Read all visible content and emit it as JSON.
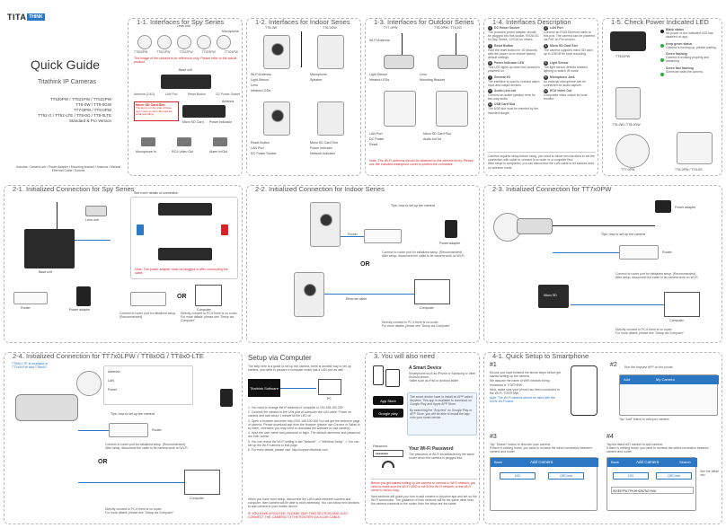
{
  "cover": {
    "brand_left": "TITA",
    "brand_right": "THINK",
    "title": "Quick Guide",
    "subtitle": "Titathink IP Cameras",
    "models": [
      "TT520PW / TT521PW / TT522PW",
      "TT6-0W / TT6-0GW",
      "TT7-0PW / TT8-0PW",
      "TT52-G / TT52-LTE / TT8-0G / TT8-0LTE",
      "Standard & Pro Version"
    ],
    "footer": "Includes: Camera unit / Power Adapter / Mounting bracket / Antenna / Manual",
    "footer2": "Ethernet Cable / Screws"
  },
  "p11": {
    "title": "1-1. Interfaces for Spy Series",
    "rear_label": "Lens unit",
    "cam_models": [
      "TT520PW",
      "TT521PW",
      "TT522PW",
      "TT523PW",
      "TT524PW"
    ],
    "microphone": "Microphone",
    "note_red": "The image of the camera is for reference only. Please refer to the actual product.",
    "base_unit": "Base unit",
    "base_labels": [
      "Antenna (2.4G)",
      "LAN Port",
      "Reset Button",
      "DC Power Socket"
    ],
    "labels2": [
      "Antenna",
      "Micro SD Card",
      "Power Indicator"
    ],
    "micro_sd_box": "Micro SD Card Slot",
    "micro_sd_note": "The slot is on the side of base unit. Insert a micro SD card for local recording.",
    "mic_in": "Microphone In",
    "rca": "RCA Video Out",
    "alarm": "Alarm In/Out"
  },
  "p12": {
    "title": "1-2. Interfaces for Indoor Series",
    "cams": [
      "TT6-0W",
      "TT6-0GW"
    ],
    "labels": [
      "Wi-Fi Antenna",
      "Light Sensor",
      "Lens",
      "Infrared LEDs",
      "Microphone",
      "Speaker",
      "Reset Button",
      "LAN Port",
      "DC Power Socket",
      "Micro SD Card Slot",
      "Power Indicator",
      "Network Indicator"
    ]
  },
  "p13": {
    "title": "1-3. Interfaces for Outdoor Series",
    "cams": [
      "TT7-0PW",
      "TT8-0PW / TT8-0G"
    ],
    "labels": [
      "Wi-Fi Antenna",
      "Light Sensor",
      "Infrared LEDs",
      "Lens",
      "Mounting Bracket",
      "LAN Port",
      "DC Power",
      "Reset",
      "Micro SD Card Slot",
      "Audio In/Out"
    ],
    "note_red": "Note: The Wi-Fi antenna should be attached to the camera firmly. Please use the included waterproof cover to protect the connector."
  },
  "p14": {
    "title": "1-4. Interfaces Description",
    "items": [
      {
        "n": "1",
        "name": "DC Power Socket",
        "desc": "The provided power adapter should be plugged into this socket. 5V/2A DC for Spy Series, 12V/1A for others."
      },
      {
        "n": "2",
        "name": "LAN Port",
        "desc": "Connect an RJ45 Ethernet cable to this port. The camera can be powered via PoE on Pro version."
      },
      {
        "n": "3",
        "name": "Reset Button",
        "desc": "Hold the reset button for 10 seconds with the power on to restore factory default settings."
      },
      {
        "n": "4",
        "name": "Micro SD Card Slot",
        "desc": "The camera supports micro SD card up to 128GB for local recording."
      },
      {
        "n": "5",
        "name": "Power Indicator LED",
        "desc": "This LED lights up when the camera is powered on."
      },
      {
        "n": "6",
        "name": "Light Sensor",
        "desc": "The light sensor detects ambient lighting to switch IR mode."
      },
      {
        "n": "7",
        "name": "General I/O",
        "desc": "The interface is used to connect alarm input and output devices."
      },
      {
        "n": "8",
        "name": "Microphone Jack",
        "desc": "An external microphone can be connected for audio capture."
      },
      {
        "n": "9",
        "name": "Audio Line-out",
        "desc": "Connect an active speaker here for two-way audio."
      },
      {
        "n": "10",
        "name": "RCA Video Out",
        "desc": "Composite video output for local monitor."
      },
      {
        "n": "11",
        "name": "USB Card Slot",
        "desc": "The USB slot must be inserted by the included dongle."
      }
    ],
    "note": "Camera requires setup before using, you need to follow next sections to set the connection with cable to connect to a router or a computer first.",
    "note2": "After setup is completed, you can disconnect the LAN cable to let camera work on wireless mode."
  },
  "p15": {
    "title": "1-5. Check Power Indicated LED",
    "items": [
      {
        "name": "Black status",
        "desc": "No power or the indicated LED has disabled on app."
      },
      {
        "name": "Keep green status",
        "desc": "Camera is booting up, please waiting."
      },
      {
        "name": "Green flashing",
        "desc": "Camera is working properly and streaming."
      },
      {
        "name": "Green fast flashing",
        "desc": "Someone visits the camera."
      }
    ],
    "cams": [
      "TT520PW",
      "TT6-0W / TT6-0GW",
      "TT7-0PW",
      "TT8-0PW / TT8-0G"
    ]
  },
  "p21": {
    "title": "2-1. Initialized Connection for Spy Series",
    "more": "See more details of connection",
    "labels": [
      "Base unit",
      "Lens unit",
      "Power adapter",
      "Router",
      "Computer"
    ],
    "or": "OR",
    "cap1": "Connect to router port for initialized setup. (Recommended)",
    "cap2": "Directly connect to PC if there is no router. For more details, please see \"Setup via Computer\"",
    "red_note": "Note: The power adapter must be plugged in after connecting the cable."
  },
  "p22": {
    "title": "2-2. Initialized Connection for Indoor Series",
    "tip": "Tips: how to set up the camera",
    "labels": [
      "Router",
      "Power adapter",
      "Computer",
      "Ethernet cable"
    ],
    "or": "OR",
    "cap1": "Connect to router port for initialized setup. (Recommended)",
    "cap1b": "After setup, disconnect the cable to let camera work on Wi-Fi.",
    "cap2": "Directly connect to PC if there is no router.",
    "cap2b": "For more details, please see \"Setup via Computer\""
  },
  "p23": {
    "title": "2-3. Initialized Connection for TT7x0PW",
    "tip": "Tips: how to set up the camera",
    "labels": [
      "Power adapter",
      "Router",
      "Computer",
      "Micro SD"
    ],
    "cap1": "Connect to router port for initialized setup. (Recommended)",
    "cap1b": "After setup, disconnect the cable to let camera work on Wi-Fi.",
    "cap2": "Directly connect to PC if there is no router.",
    "cap2b": "For more details, please see \"Setup via Computer\""
  },
  "p24": {
    "title": "2-4. Initialized Connection for TT7x0LPW / TT8x0G / TT8x0-LTE",
    "note": "TT8x0-LTE is available in TT7x0LPW and TT8x0G",
    "labels": [
      "Antenna",
      "LAN",
      "Power",
      "Router",
      "Computer"
    ],
    "tip": "Tips: how to set up the camera",
    "or": "OR",
    "cap1": "Connect to router port for initialized setup. (Recommended)",
    "cap1b": "After setup, disconnect the cable to let camera work on Wi-Fi.",
    "cap2": "Directly connect to PC if there is no router.",
    "cap2b": "For more details, please see \"Setup via Computer\""
  },
  "computer": {
    "title": "Setup via Computer",
    "intro": "The step here is a guide to set up the camera, there is another way to set up camera, you need to prepare a computer which has a LAN port as well.",
    "box": "Titathink Software",
    "pc_label": "PC",
    "steps": [
      "1. You need to change the IP address of computer to 192.168.100.200.",
      "2. Connect the camera to the LAN port of computer via LAN cable. Power on camera and wait about 1 minute till the LED on.",
      "3. Open a browser and enter http://192.168.100.168 You will get the welcome page of camera. Please download app from the browser (please use Chrome or Safari to try them, otherwise you may need to download the software to visit camera).",
      "4. Input the user name and password to login. The default username and password are both 'admin'.",
      "5. You can revise the Wi-Fi setting in tab \"Network\" -> \"Wireless Setup\" -> You can set up the Wi-Fi camera to that page.",
      "6. For more details, please visit: http://support.titathink.com"
    ],
    "note": "When you have done setup, disconnect the LAN cable between camera and computer, then camera will be able to work wirelessly. You can follow next sections to add camera to your mobile device.",
    "red": "IF YOU HAVE A ROUTER, PLEASE SKIP THIS SECTION AND JUST CONNECT THE CAMERA TO THE ROUTER VIA A LAN CABLE."
  },
  "need": {
    "title": "3. You will also need",
    "smart_title": "A Smart Device",
    "smart_desc": "Smartphone such as iPhone or Samsung or other Android phone.",
    "smart_desc2": "Tablet such as iPad or Android tablet",
    "app_box": "The smart device have to install an APP called Anyview. This app is available to download on Google Play and Apple APP Store.",
    "app_box2": "By searching the \"Anyview\" on Google Play or APP Store, you will be able to install the app onto your smart device.",
    "store1": "App Store",
    "store2": "Google play",
    "pw_label": "Password",
    "pw_dots": "••••••••",
    "wifi_title": "Your Wi-Fi Password",
    "wifi_desc": "The password of Wi-Fi broadcasted by the same router which the camera is plugged into.",
    "bottom": "Before you get started setting up the camera to connect to Wi-Fi network, you need to make sure the Wi-Fi SSID is not 5GHz Wi-Fi network, or the Wi-Fi name is not too long.",
    "bottom2": "Next sections will guide you how to add camera to Anyview app and set up the Wi-Fi connection. The guidance of both versions will be the same other than the camera connects to the router, then the steps are the same."
  },
  "p41": {
    "title": "4-1. Quick Setup to Smartphone",
    "s1": "#1",
    "s1_desc": "Ensure you have finished the above steps before got started setting up the camera.",
    "s1_desc2": "We assume the name of WiFi network being broadcast is TITATHINK.",
    "s1_desc3": "Next, make sure your phone has been connected to the Wi-Fi: TITATHINK.",
    "s1_note": "Note: The Wi-Fi camera cannot be used with the 5GHz Wi-Fi band.",
    "s2": "#2",
    "s2_desc": "Run the Anyview APP on the phone.",
    "s2_tap": "Tap \"Add\" button to add your camera.",
    "phone_header": "My Camera",
    "phone_add": "Add",
    "s3": "#3",
    "s3_desc": "Tap \"Search\" button to discover your camera.",
    "s3_desc2": "If there is nothing found, you need to recheck the wired connection between camera and router.",
    "s4": "#4",
    "s4_desc": "Tap the listed UID number to add camera.",
    "s4_desc2": "If there is nothing found, you need to recheck the wired connection between camera and router.",
    "add_camera": "Add Camera",
    "back": "Back",
    "search": "Search",
    "uid": "UID",
    "qr": "QRCode",
    "uid_value": "WXEEP5LTPKHHDB7N2YMA",
    "see_more": "See the detail info"
  }
}
